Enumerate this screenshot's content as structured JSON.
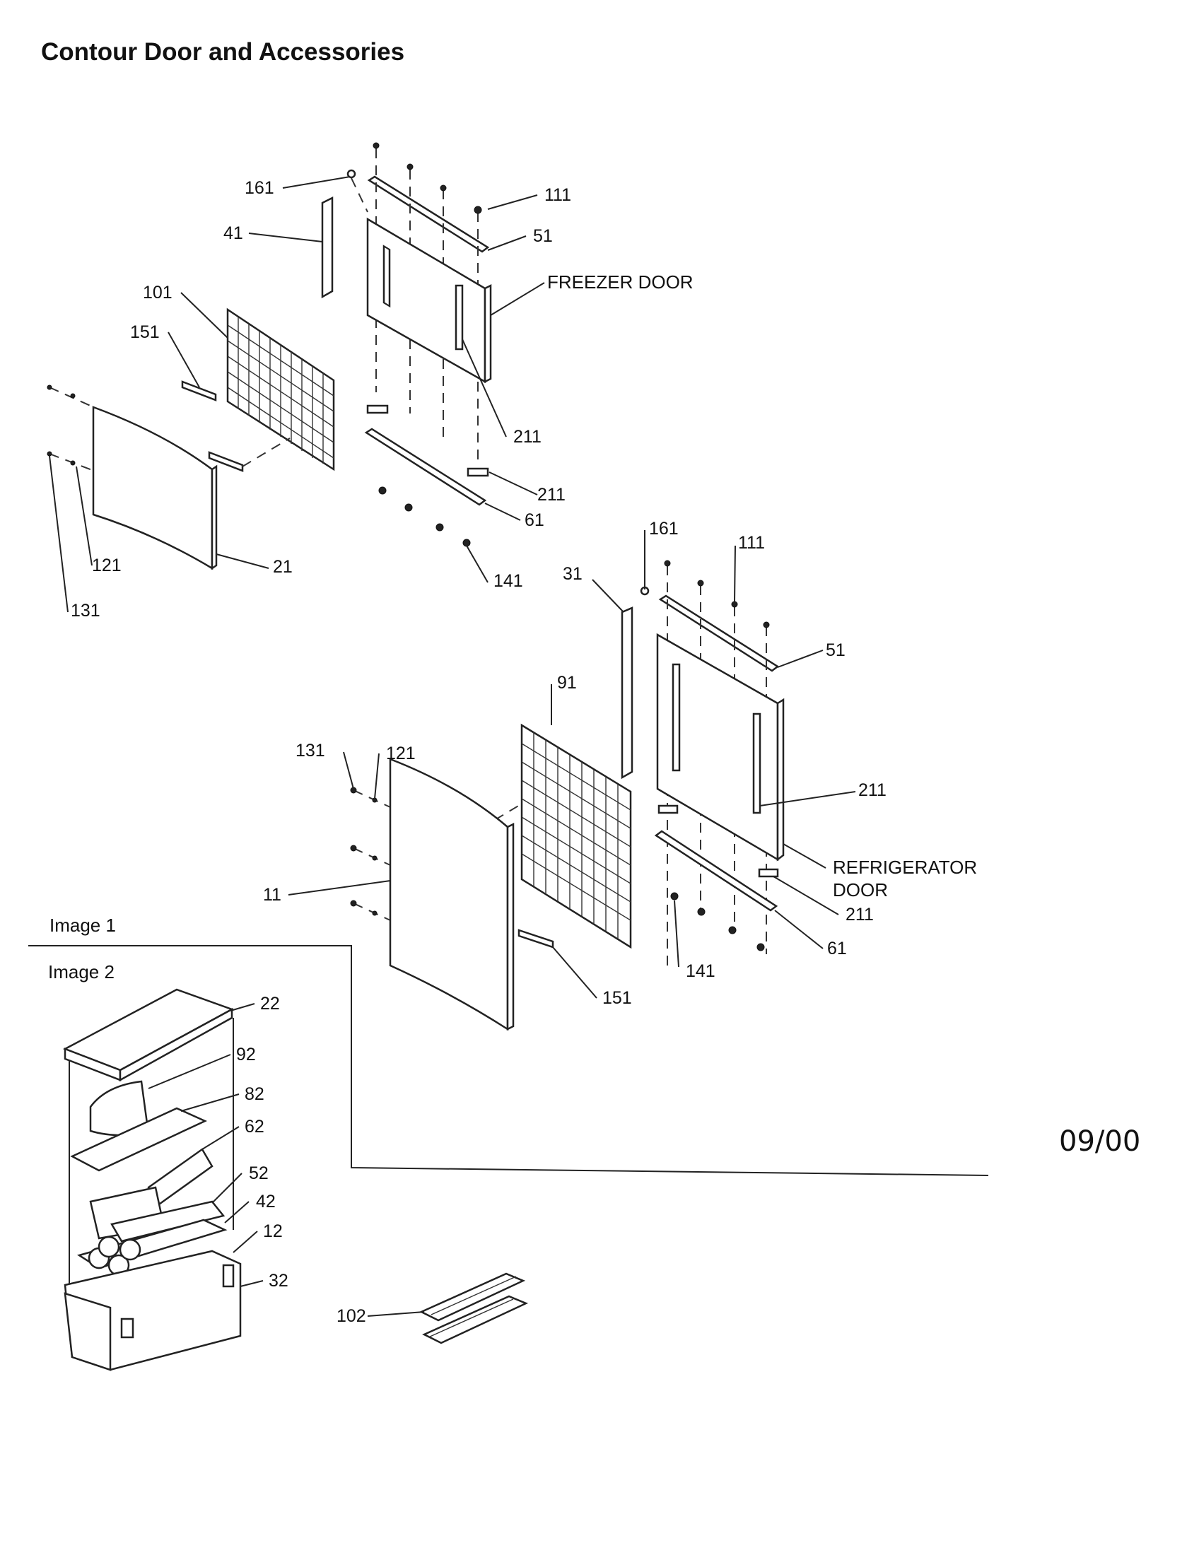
{
  "title": "Contour Door and Accessories",
  "date_code": "09/00",
  "section_labels": {
    "image1": "Image 1",
    "image2": "Image 2"
  },
  "door_labels": {
    "freezer": "FREEZER DOOR",
    "refrigerator_line1": "REFRIGERATOR",
    "refrigerator_line2": "DOOR"
  },
  "freezer_callouts": {
    "c161": "161",
    "c111": "111",
    "c41": "41",
    "c51": "51",
    "c101": "101",
    "c151": "151",
    "c211a": "211",
    "c211b": "211",
    "c61": "61",
    "c121": "121",
    "c21": "21",
    "c141": "141",
    "c131": "131"
  },
  "refrigerator_callouts": {
    "c161": "161",
    "c111": "111",
    "c31": "31",
    "c51": "51",
    "c91": "91",
    "c131": "131",
    "c121": "121",
    "c211a": "211",
    "c11": "11",
    "c211b": "211",
    "c141": "141",
    "c61": "61",
    "c151": "151"
  },
  "accessory_callouts": {
    "c22": "22",
    "c92": "92",
    "c82": "82",
    "c62": "62",
    "c52": "52",
    "c42": "42",
    "c12": "12",
    "c32": "32",
    "c102": "102"
  }
}
